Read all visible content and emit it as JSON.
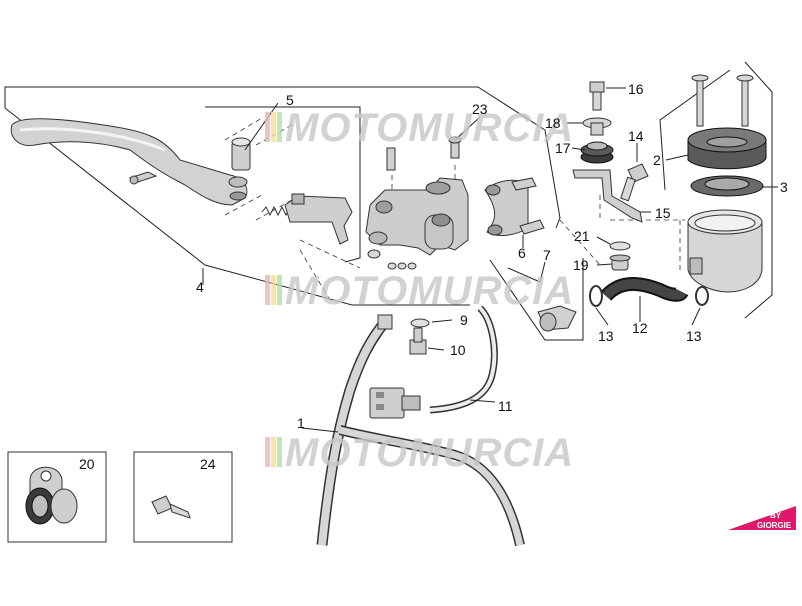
{
  "watermark": {
    "text": "MOTOMURCIA",
    "stripe_colors": [
      "#e8b9a8",
      "#f3e28a",
      "#b8dca4"
    ],
    "color": "#c9c9c9"
  },
  "brand": {
    "line1": "BY",
    "line2": "GIORGIE",
    "color": "#e0186c"
  },
  "callouts": [
    {
      "id": "c1",
      "label": "1"
    },
    {
      "id": "c2",
      "label": "2"
    },
    {
      "id": "c3",
      "label": "3"
    },
    {
      "id": "c4",
      "label": "4"
    },
    {
      "id": "c5",
      "label": "5"
    },
    {
      "id": "c6",
      "label": "6"
    },
    {
      "id": "c7",
      "label": "7"
    },
    {
      "id": "c9",
      "label": "9"
    },
    {
      "id": "c10",
      "label": "10"
    },
    {
      "id": "c11",
      "label": "11"
    },
    {
      "id": "c12",
      "label": "12"
    },
    {
      "id": "c13a",
      "label": "13"
    },
    {
      "id": "c13b",
      "label": "13"
    },
    {
      "id": "c14",
      "label": "14"
    },
    {
      "id": "c15",
      "label": "15"
    },
    {
      "id": "c16",
      "label": "16"
    },
    {
      "id": "c17",
      "label": "17"
    },
    {
      "id": "c18",
      "label": "18"
    },
    {
      "id": "c19",
      "label": "19"
    },
    {
      "id": "c20",
      "label": "20"
    },
    {
      "id": "c21",
      "label": "21"
    },
    {
      "id": "c23",
      "label": "23"
    },
    {
      "id": "c24",
      "label": "24"
    }
  ]
}
